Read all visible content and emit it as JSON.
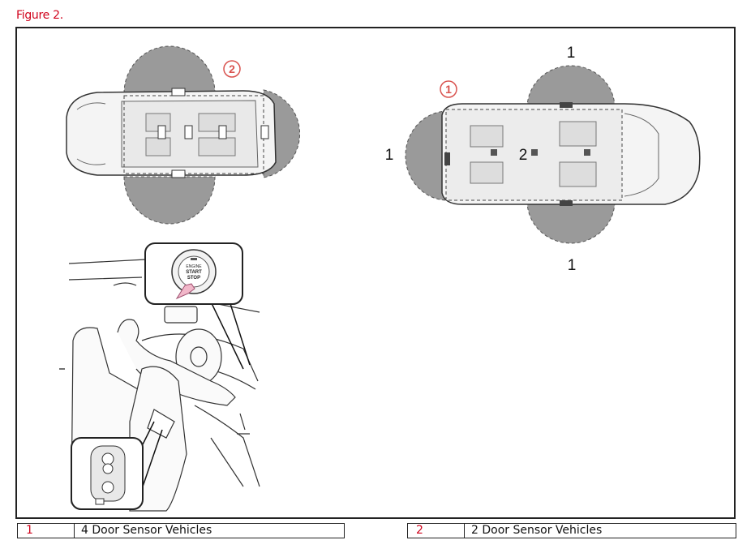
{
  "figure": {
    "title": "Figure 2."
  },
  "diagram": {
    "four_door_badge": "2",
    "two_door_badge": "1",
    "callout_top": "1",
    "callout_left": "1",
    "callout_center": "2",
    "callout_bottom": "1",
    "button_text_line1": "ENGINE",
    "button_text_line2": "START",
    "button_text_line3": "STOP"
  },
  "legend": [
    {
      "number": "1",
      "label": "4 Door Sensor Vehicles"
    },
    {
      "number": "2",
      "label": "2 Door Sensor Vehicles"
    }
  ],
  "colors": {
    "accent": "#d0021b",
    "zone_fill": "#9a9a9a",
    "badge": "#d9534f"
  }
}
